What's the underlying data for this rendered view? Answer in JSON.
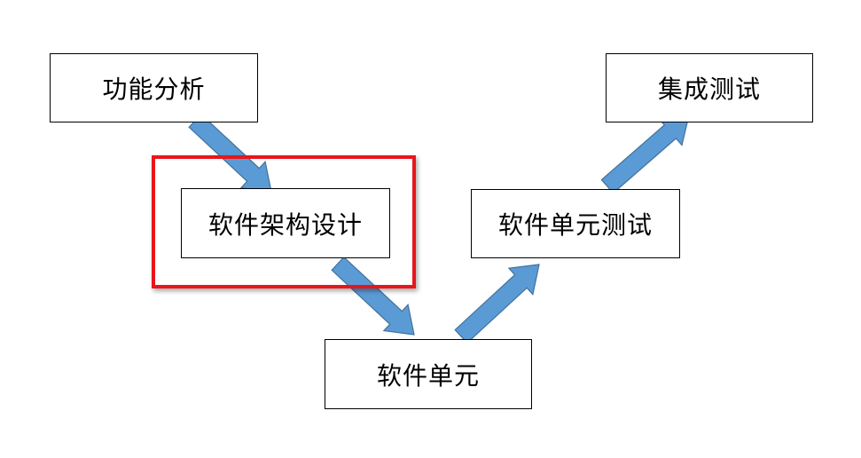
{
  "diagram": {
    "nodes": [
      {
        "id": "func-analysis",
        "label": "功能分析"
      },
      {
        "id": "arch-design",
        "label": "软件架构设计"
      },
      {
        "id": "software-unit",
        "label": "软件单元"
      },
      {
        "id": "unit-test",
        "label": "软件单元测试"
      },
      {
        "id": "integration-test",
        "label": "集成测试"
      }
    ],
    "edges": [
      {
        "from": "func-analysis",
        "to": "arch-design"
      },
      {
        "from": "arch-design",
        "to": "software-unit"
      },
      {
        "from": "software-unit",
        "to": "unit-test"
      },
      {
        "from": "unit-test",
        "to": "integration-test"
      }
    ],
    "highlighted_node": "arch-design",
    "colors": {
      "arrow_fill": "#5b9bd5",
      "arrow_stroke": "#41719c",
      "highlight": "#e8161b",
      "box_border": "#000000"
    }
  }
}
